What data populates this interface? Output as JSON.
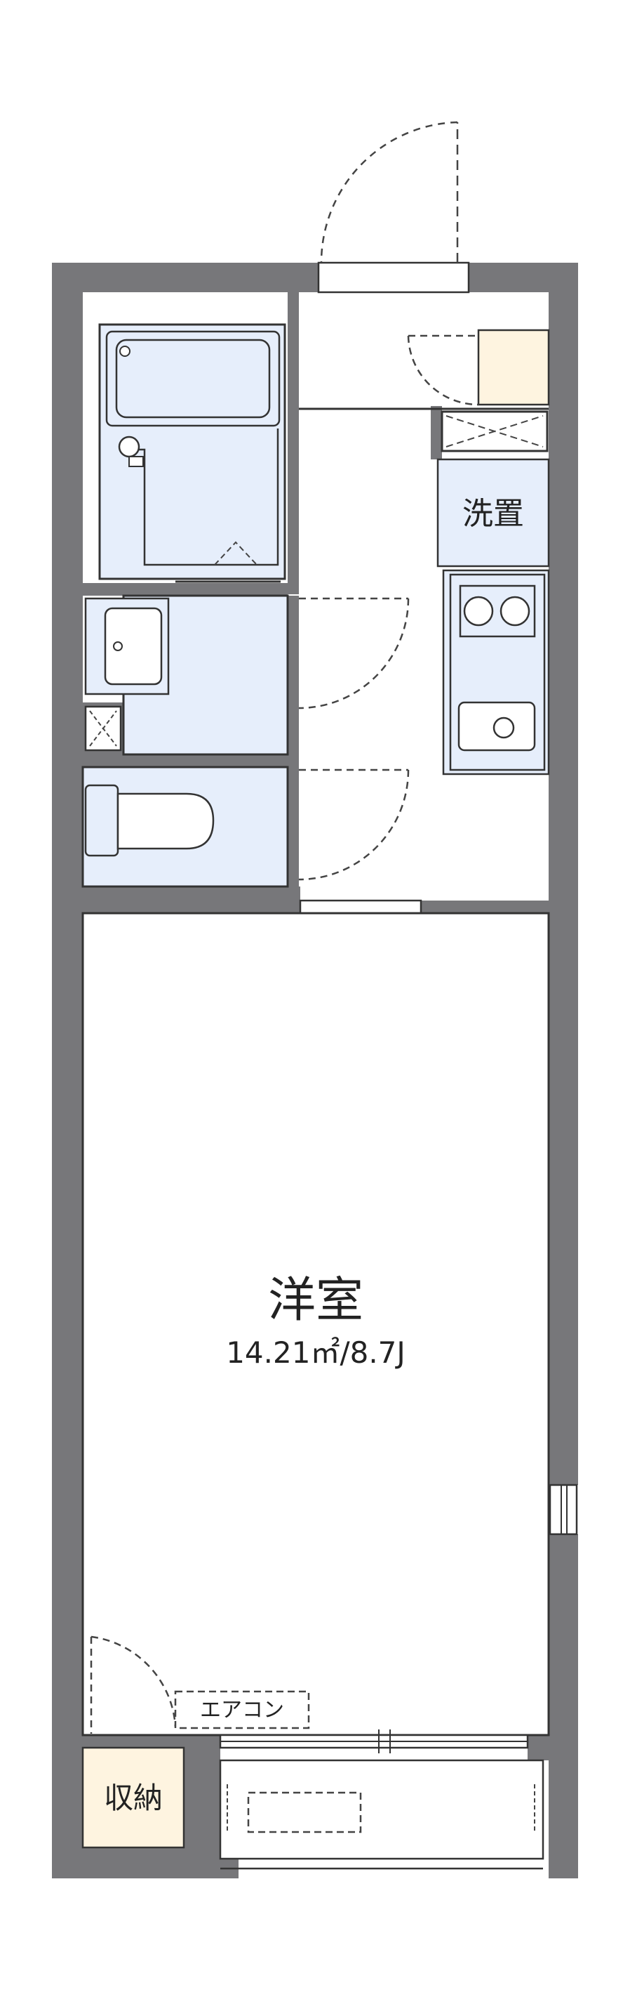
{
  "rooms": {
    "western": {
      "label": "洋室",
      "area": "14.21㎡/8.7J"
    },
    "laundry": {
      "label": "洗置"
    },
    "storage": {
      "label": "収納"
    },
    "aircon": {
      "label": "エアコン"
    }
  },
  "colors": {
    "wall": "#77777a",
    "wet_area": "#e6eefb",
    "storage": "#fef4e0",
    "outline": "#333333",
    "dash": "#444444"
  }
}
